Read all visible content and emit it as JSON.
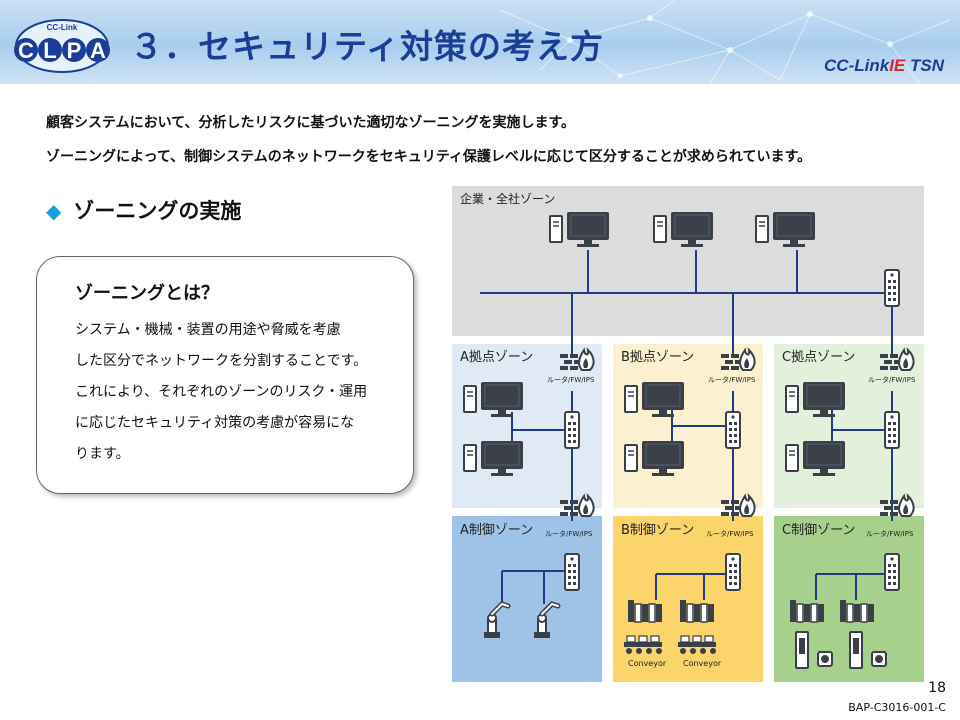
{
  "header": {
    "logo_text": "CLPA",
    "title": "３．セキュリティ対策の考え方",
    "brand_logo": {
      "part1": "CC-Link",
      "part2": "IE",
      "part3": " TSN"
    }
  },
  "intro": {
    "line1": "顧客システムにおいて、分析したリスクに基づいた適切なゾーニングを実施します。",
    "line2": "ゾーニングによって、制御システムのネットワークをセキュリティ保護レベルに応じて区分することが求められています。"
  },
  "section": {
    "title": "ゾーニングの実施"
  },
  "callout": {
    "title": "ゾーニングとは？",
    "lines": [
      "システム・機械・装置の用途や脅威を考慮",
      "した区分でネットワークを分割することです。",
      "これにより、それぞれのゾーンのリスク・運用",
      "に応じたセキュリティ対策の考慮が容易にな",
      "ります。"
    ]
  },
  "diagram": {
    "enterprise_zone": "企業・全社ゾーン",
    "base_zones": [
      "A拠点ゾーン",
      "B拠点ゾーン",
      "C拠点ゾーン"
    ],
    "control_zones": [
      "A制御ゾーン",
      "B制御ゾーン",
      "C制御ゾーン"
    ],
    "firewall_label": "ルータ/FW/IPS",
    "conveyor_label": "Conveyor",
    "colors": {
      "enterprise": "#dcdcdc",
      "base_a": "#dfeaf5",
      "base_b": "#fbf0cf",
      "base_c": "#e3f0db",
      "ctrl_a": "#9ec3e6",
      "ctrl_b": "#fbd56c",
      "ctrl_c": "#a8d08d",
      "line": "#1f3a8a",
      "device": "#3a3f48"
    }
  },
  "footer": {
    "page_number": "18",
    "doc_id": "BAP-C3016-001-C"
  }
}
